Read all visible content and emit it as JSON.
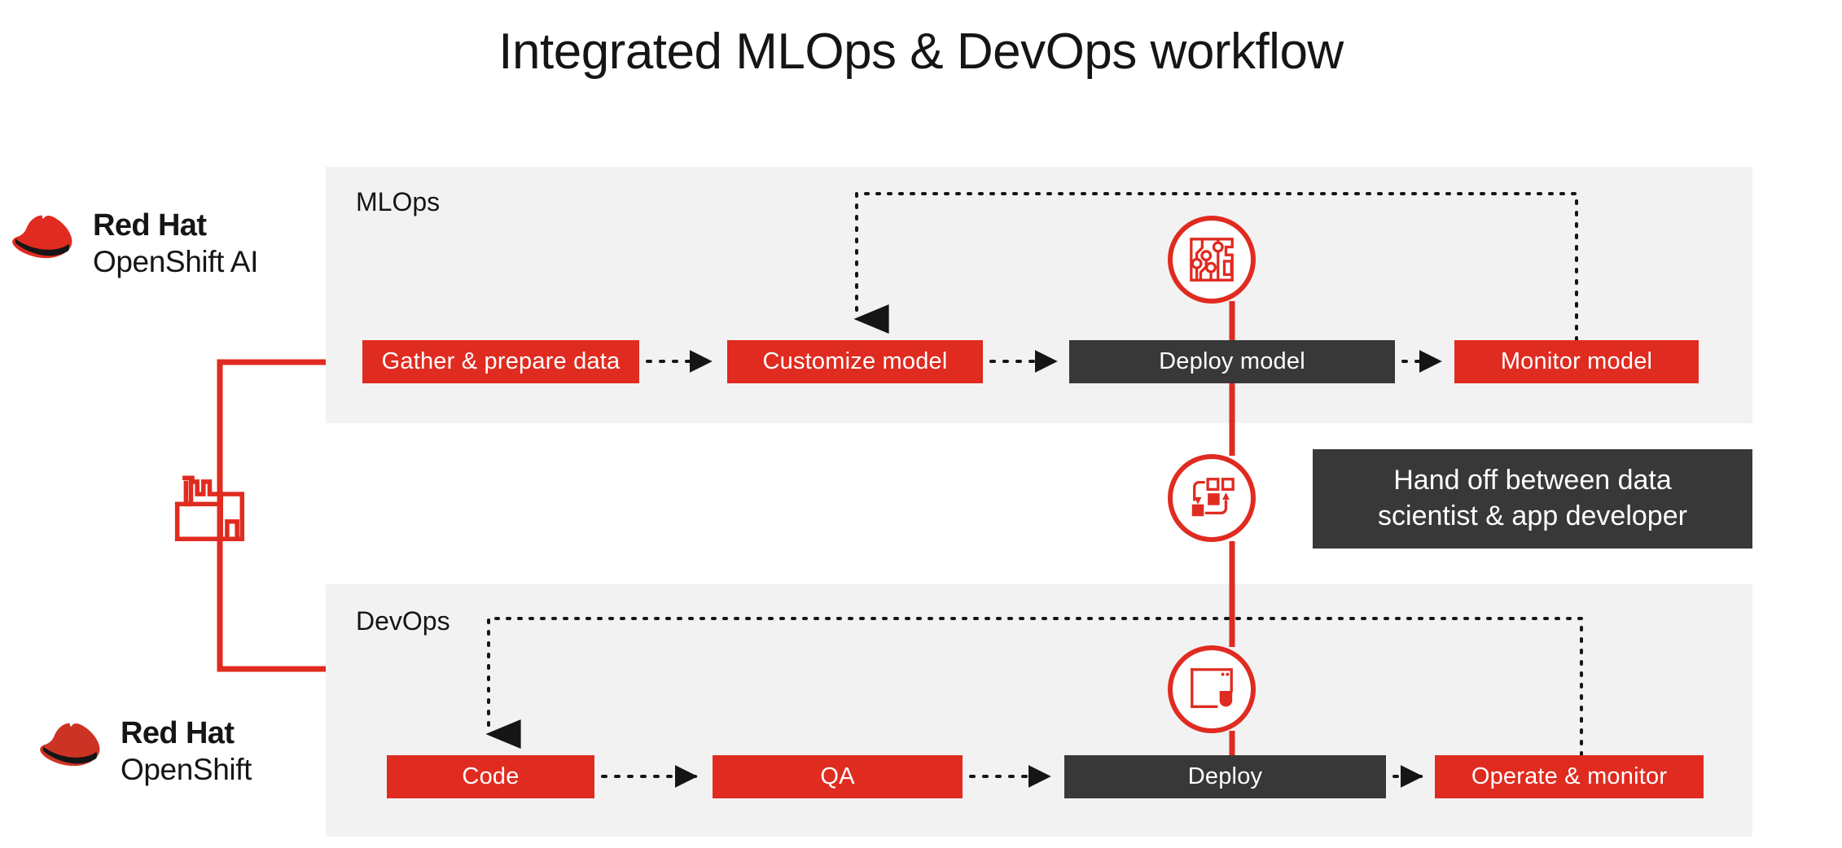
{
  "title": "Integrated MLOps & DevOps workflow",
  "colors": {
    "red": "#e02b20",
    "dark": "#383838",
    "panel_bg": "#f2f2f2",
    "page_bg": "#ffffff",
    "text_dark": "#151515",
    "text_light": "#ffffff"
  },
  "logos": {
    "top": {
      "brand": "Red Hat",
      "product": "OpenShift AI",
      "icon": "red-hat-fedora-icon"
    },
    "bottom": {
      "brand": "Red Hat",
      "product": "OpenShift",
      "icon": "red-hat-fedora-icon"
    }
  },
  "left_connector": {
    "icon": "factory-icon",
    "description": "Red bracket linking factory icon to MLOps and DevOps rows"
  },
  "sections": [
    {
      "id": "mlops",
      "label": "MLOps",
      "stages": [
        {
          "label": "Gather & prepare data",
          "style": "red"
        },
        {
          "label": "Customize model",
          "style": "red"
        },
        {
          "label": "Deploy model",
          "style": "dark"
        },
        {
          "label": "Monitor model",
          "style": "red"
        }
      ],
      "feedback_loop": {
        "from": "Monitor model",
        "to": "Customize model",
        "style": "dotted"
      }
    },
    {
      "id": "devops",
      "label": "DevOps",
      "stages": [
        {
          "label": "Code",
          "style": "red"
        },
        {
          "label": "QA",
          "style": "red"
        },
        {
          "label": "Deploy",
          "style": "dark"
        },
        {
          "label": "Operate & monitor",
          "style": "red"
        }
      ],
      "feedback_loop": {
        "from": "Operate & monitor",
        "to": "Code",
        "style": "dotted"
      }
    }
  ],
  "badges": [
    {
      "id": "ai",
      "icon": "ai-circuit-chip-icon"
    },
    {
      "id": "handoff",
      "icon": "handoff-containers-arrows-icon"
    },
    {
      "id": "app",
      "icon": "application-window-shield-icon"
    }
  ],
  "callout": {
    "line1": "Hand off between data",
    "line2": "scientist & app developer"
  }
}
